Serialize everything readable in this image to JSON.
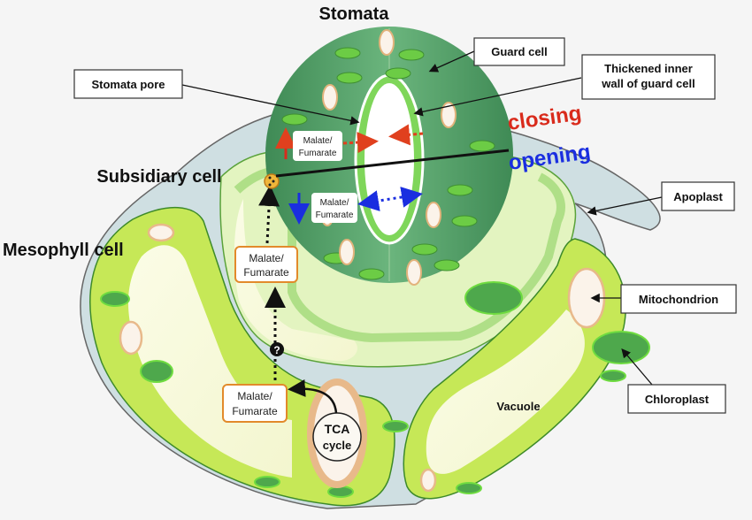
{
  "title": "Stomata",
  "region_labels": {
    "subsidiary_cell": "Subsidiary cell",
    "mesophyll_cell": "Mesophyll cell",
    "vacuole": "Vacuole"
  },
  "callouts": {
    "stomata_pore": "Stomata pore",
    "guard_cell": "Guard cell",
    "thickened_wall_line1": "Thickened inner",
    "thickened_wall_line2": "wall of guard cell",
    "apoplast": "Apoplast",
    "mitochondrion": "Mitochondrion",
    "chloroplast": "Chloroplast"
  },
  "states": {
    "closing": "closing",
    "opening": "opening"
  },
  "metabolite": {
    "line1": "Malate/",
    "line2": "Fumarate"
  },
  "tca": {
    "line1": "TCA",
    "line2": "cycle"
  },
  "unknown_transport_symbol": "?",
  "colors": {
    "closing": "#d92b1c",
    "opening": "#1a2ee0",
    "guard_cell": "#4f9a63",
    "mesophyll": "#c6e857",
    "apoplast": "#cfdfe2",
    "metabolite_box_border": "#e28a2b"
  }
}
